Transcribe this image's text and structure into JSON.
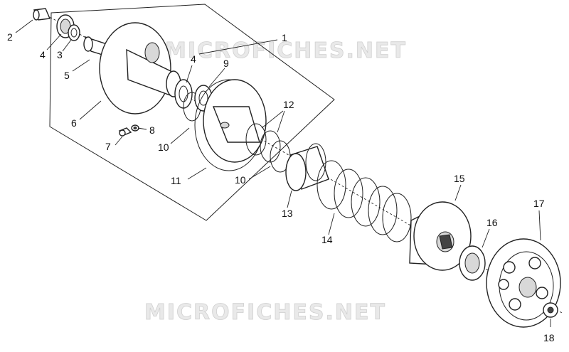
{
  "watermarks": [
    "MICROFICHES.NET",
    "MICROFICHES.NET"
  ],
  "callouts": [
    "1",
    "2",
    "3",
    "4",
    "4",
    "5",
    "6",
    "7",
    "8",
    "9",
    "10",
    "10",
    "11",
    "12",
    "13",
    "14",
    "15",
    "16",
    "17",
    "18"
  ]
}
